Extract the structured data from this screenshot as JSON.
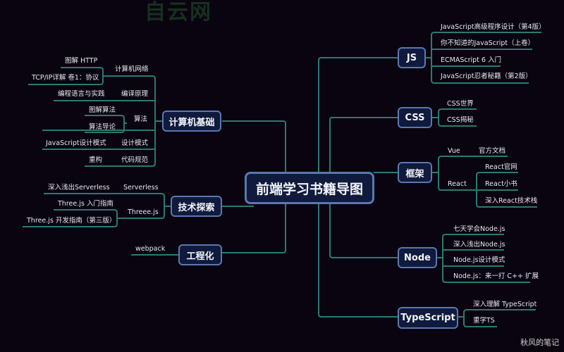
{
  "title": "前端学习书籍导图",
  "colors": {
    "background": "#0a0410",
    "node_fill": "#101a3d",
    "node_border": "#5a78b0",
    "line": "#2a7a72"
  },
  "watermarks": {
    "top": "自云网",
    "bottom": "秋风的笔记"
  },
  "left": {
    "cs": {
      "label": "计算机基础",
      "groups": [
        {
          "label": "计算机网络",
          "items": [
            "图解 HTTP",
            "TCP/IP详解 卷1：协议"
          ]
        },
        {
          "label": "编译原理",
          "items": [
            "编程语言与实践"
          ]
        },
        {
          "label": "算法",
          "items": [
            "图解算法",
            "算法导论"
          ]
        },
        {
          "label": "设计模式",
          "items": [
            "JavaScript设计模式"
          ]
        },
        {
          "label": "代码规范",
          "items": [
            "重构"
          ]
        }
      ]
    },
    "explore": {
      "label": "技术探索",
      "groups": [
        {
          "label": "Serverless",
          "items": [
            "深入浅出Serverless"
          ]
        },
        {
          "label": "Threee.js",
          "items": [
            "Three.js 入门指南",
            "Three.js 开发指南（第三版）"
          ]
        }
      ]
    },
    "eng": {
      "label": "工程化",
      "items": [
        "webpack"
      ]
    }
  },
  "right": {
    "js": {
      "label": "JS",
      "items": [
        "JavaScript高级程序设计（第4版）",
        "你不知道的JavaScript（上卷）",
        "ECMAScript 6 入门",
        "JavaScript忍者秘籍（第2版）"
      ]
    },
    "css": {
      "label": "CSS",
      "items": [
        "CSS世界",
        "CSS揭秘"
      ]
    },
    "framework": {
      "label": "框架",
      "groups": [
        {
          "label": "Vue",
          "items": [
            "官方文档"
          ]
        },
        {
          "label": "React",
          "items": [
            "React官网",
            "React小书",
            "深入React技术栈"
          ]
        }
      ]
    },
    "node": {
      "label": "Node",
      "items": [
        "七天学会Node.js",
        "深入浅出Node.js",
        "Node.js设计模式",
        "Node.js：来一打 C++ 扩展"
      ]
    },
    "ts": {
      "label": "TypeScript",
      "items": [
        "深入理解 TypeScript",
        "重学TS"
      ]
    }
  }
}
